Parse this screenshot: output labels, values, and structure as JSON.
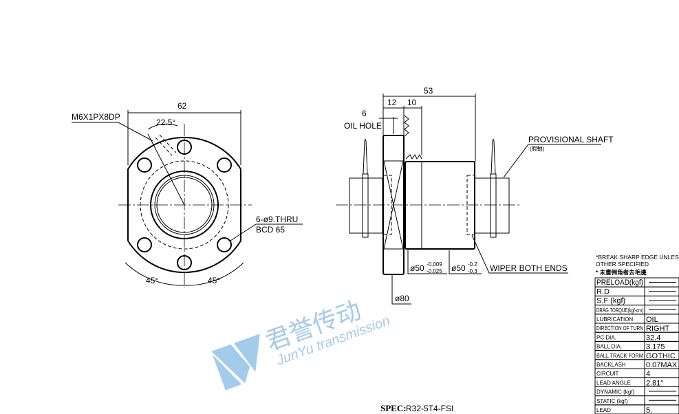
{
  "front_view": {
    "width_dim": "62",
    "thread_note": "M6X1PX8DP",
    "angle": "22.5°",
    "hole_note": "6-ø9.THRU",
    "bcd": "BCD 65",
    "angle_left": "45°",
    "angle_right": "45°"
  },
  "side_view": {
    "length": "53",
    "flange": "12",
    "seat": "10",
    "oil_offset": "6",
    "oil_hole": "OIL HOLE",
    "provisional_shaft": "PROVISIONAL SHAFT",
    "provisional_shaft_cn": "(假軸)",
    "dia1": "ø50",
    "dia1_upper": "-0.009",
    "dia1_lower": "-0.025",
    "dia2": "ø50",
    "dia2_upper": "-0.2",
    "dia2_lower": "-0.3",
    "wiper": "WIPER BOTH ENDS",
    "flange_dia": "ø80"
  },
  "watermark": {
    "cn": "君誉传动",
    "en": "JunYu transmission"
  },
  "spec": {
    "label": "SPEC:",
    "value": "R32-5T4-FSI"
  },
  "spec_table": {
    "note_en": "*BREAK SHARP EDGE UNLESS OTHER SPECIFIED",
    "note_cn": "* 未畫倒角者去毛邊",
    "rows": [
      {
        "label": "PRELOAD(kgf)",
        "value": ""
      },
      {
        "label": "R.D",
        "value": ""
      },
      {
        "label": "S.F   (kgf)",
        "value": ""
      },
      {
        "label": "DRAG TORQUE(kgf-cm)",
        "value": ""
      },
      {
        "label": "LUBRICATION",
        "value": "OIL"
      },
      {
        "label": "DIRECTION OF TURN",
        "value": "RIGHT"
      },
      {
        "label": "PC DIA.",
        "value": "32.4"
      },
      {
        "label": "BALL DIA.",
        "value": "3.175"
      },
      {
        "label": "BALL TRACK FORM",
        "value": "GOTHIC"
      },
      {
        "label": "BACKLASH",
        "value": "0.07MAX"
      },
      {
        "label": "CIRCUIT",
        "value": "4"
      },
      {
        "label": "LEAD ANGLE",
        "value": "2.81°"
      },
      {
        "label": "DYNAMIC    (kgf)",
        "value": ""
      },
      {
        "label": "STATIC     (kgf)",
        "value": ""
      },
      {
        "label": "LEAD",
        "value": "5."
      }
    ]
  }
}
